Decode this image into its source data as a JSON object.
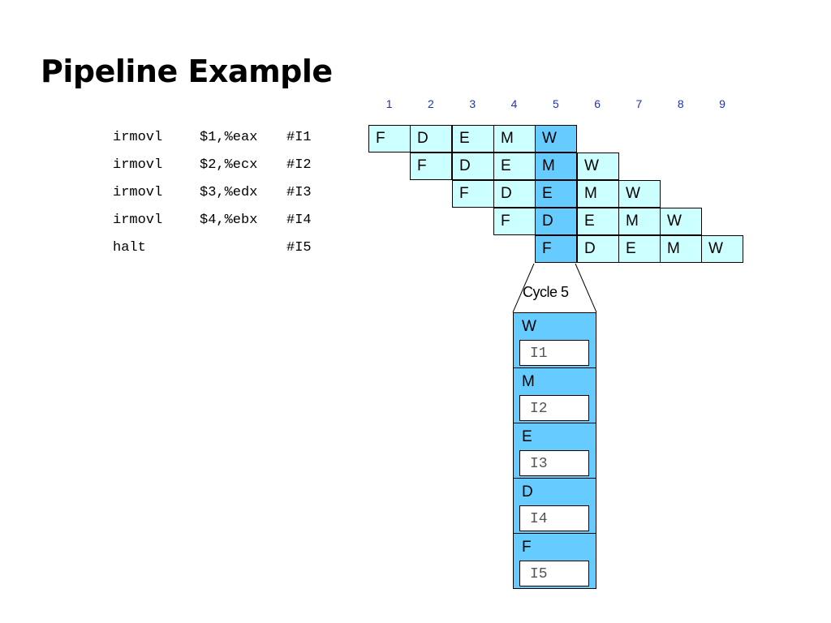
{
  "title": "Pipeline Example",
  "cycles": [
    "1",
    "2",
    "3",
    "4",
    "5",
    "6",
    "7",
    "8",
    "9"
  ],
  "program": [
    {
      "op": "irmovl",
      "args": "$1,%eax",
      "comment": "#I1"
    },
    {
      "op": "irmovl",
      "args": "$2,%ecx",
      "comment": "#I2"
    },
    {
      "op": "irmovl",
      "args": "$3,%edx",
      "comment": "#I3"
    },
    {
      "op": "irmovl",
      "args": "$4,%ebx",
      "comment": "#I4"
    },
    {
      "op": "halt",
      "args": "",
      "comment": "#I5"
    }
  ],
  "stages": [
    "F",
    "D",
    "E",
    "M",
    "W"
  ],
  "highlight_cycle": 5,
  "cycle_caption": "Cycle 5",
  "snapshot": [
    {
      "stage": "W",
      "instr": "I1"
    },
    {
      "stage": "M",
      "instr": "I2"
    },
    {
      "stage": "E",
      "instr": "I3"
    },
    {
      "stage": "D",
      "instr": "I4"
    },
    {
      "stage": "F",
      "instr": "I5"
    }
  ],
  "colors": {
    "cell": "#ccffff",
    "highlight": "#66ccff",
    "cycle_number": "#2233aa"
  }
}
